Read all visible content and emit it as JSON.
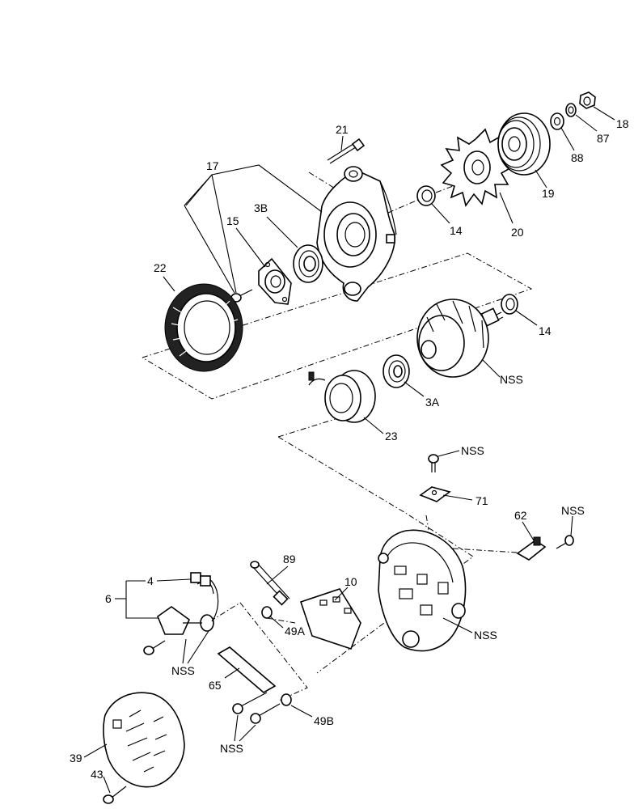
{
  "callouts": {
    "c17": "17",
    "c21": "21",
    "c3B": "3B",
    "c15": "15",
    "c22": "22",
    "c14a": "14",
    "c14b": "14",
    "c20": "20",
    "c19": "19",
    "c88": "88",
    "c87": "87",
    "c18": "18",
    "cNSS_rotor": "NSS",
    "c3A": "3A",
    "c23": "23",
    "cNSS_screw": "NSS",
    "c71": "71",
    "c62": "62",
    "cNSS_62": "NSS",
    "c89": "89",
    "c10": "10",
    "c4": "4",
    "c6": "6",
    "c49A": "49A",
    "cNSS_housing": "NSS",
    "cNSS_reg": "NSS",
    "c65": "65",
    "c49B": "49B",
    "cNSS_bolts": "NSS",
    "c39": "39",
    "c43": "43"
  }
}
